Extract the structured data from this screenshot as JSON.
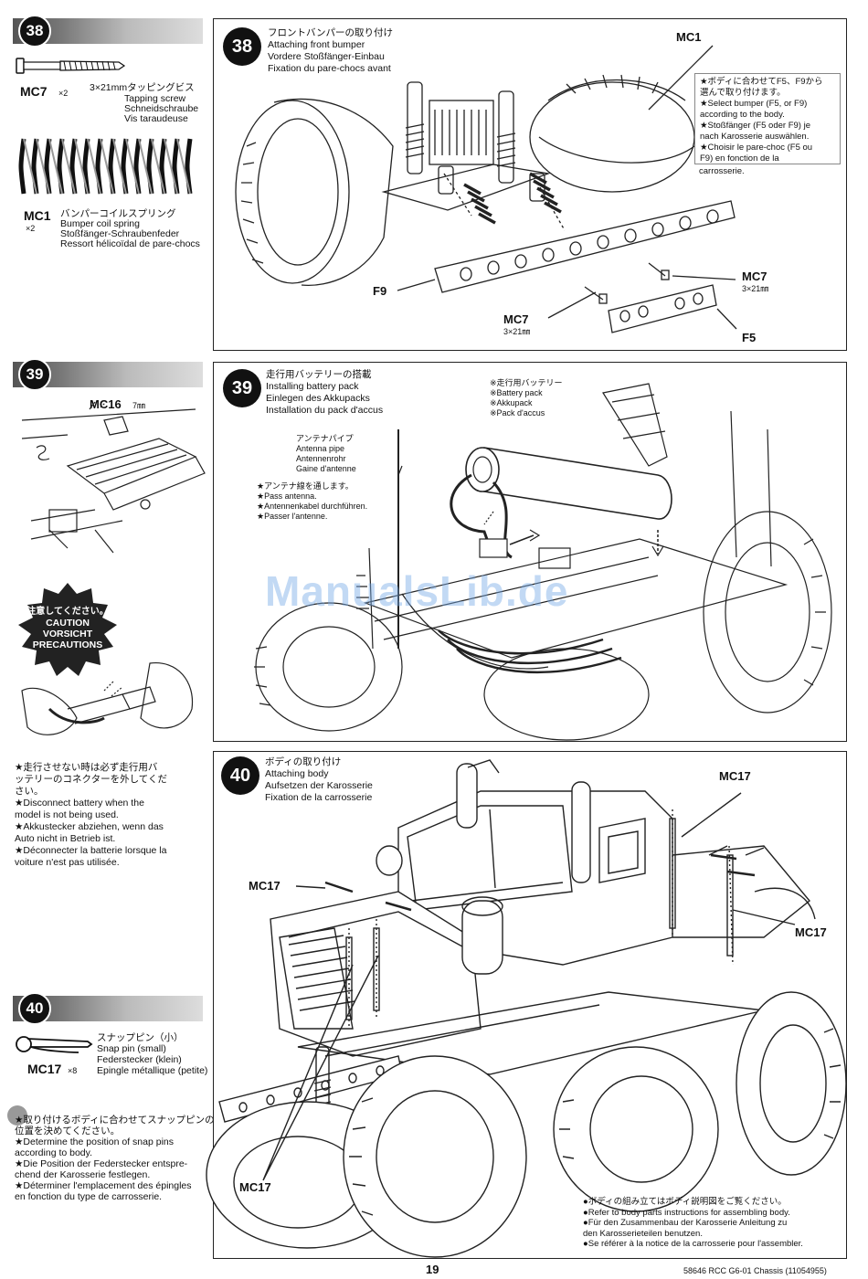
{
  "watermark": "ManualsLib.de",
  "page_number": "19",
  "footer": "58646 RCC G6-01 Chassis (11054955)",
  "step38": {
    "number": "38",
    "titles": [
      "フロントバンパーの取り付け",
      "Attaching front bumper",
      "Vordere Stoßfänger-Einbau",
      "Fixation du pare-chocs avant"
    ],
    "parts": [
      {
        "code": "MC7",
        "qty": "×2",
        "size": "3×21mmタッピングビス",
        "names": [
          "Tapping screw",
          "Schneidschraube",
          "Vis taraudeuse"
        ]
      },
      {
        "code": "MC1",
        "qty": "×2",
        "size": "",
        "names": [
          "バンパーコイルスプリング",
          "Bumper coil spring",
          "Stoßfänger-Schraubenfeder",
          "Ressort hélicoïdal de pare-chocs"
        ]
      }
    ],
    "note": [
      "★ボディに合わせてF5、F9から",
      "選んで取り付けます。",
      "★Select bumper (F5, or F9)",
      "according to the body.",
      "★Stoßfänger (F5 oder F9) je",
      "nach Karosserie auswählen.",
      "★Choisir le pare-choc (F5 ou",
      "F9) en fonction de la",
      "carrosserie."
    ],
    "labels": {
      "mc1": "MC1",
      "f9": "F9",
      "f5": "F5",
      "mc7_a": "MC7",
      "mc7_b": "MC7",
      "size_a": "3×21㎜",
      "size_b": "3×21㎜"
    }
  },
  "step39": {
    "number": "39",
    "titles": [
      "走行用バッテリーの搭載",
      "Installing battery pack",
      "Einlegen des Akkupacks",
      "Installation du pack d'accus"
    ],
    "side_label": "MC16",
    "side_size": "7㎜",
    "battery": [
      "※走行用バッテリー",
      "※Battery pack",
      "※Akkupack",
      "※Pack d'accus"
    ],
    "antenna": [
      "アンテナパイプ",
      "Antenna pipe",
      "Antennenrohr",
      "Gaine d'antenne"
    ],
    "antenna_note": [
      "★アンテナ線を通します。",
      "★Pass antenna.",
      "★Antennenkabel durchführen.",
      "★Passer l'antenne."
    ]
  },
  "caution": {
    "lines": [
      "注意してください。",
      "CAUTION",
      "VORSICHT",
      "PRECAUTIONS"
    ],
    "notes": [
      "★走行させない時は必ず走行用バ",
      "ッテリーのコネクターを外してくだ",
      "さい。",
      "★Disconnect battery when the",
      "model is not being used.",
      "★Akkustecker abziehen, wenn das",
      "Auto nicht in Betrieb ist.",
      "★Déconnecter la batterie lorsque la",
      "voiture n'est pas utilisée."
    ]
  },
  "step40": {
    "number": "40",
    "titles": [
      "ボディの取り付け",
      "Attaching body",
      "Aufsetzen der Karosserie",
      "Fixation de la carrosserie"
    ],
    "part": {
      "code": "MC17",
      "qty": "×8",
      "names": [
        "スナップピン（小）",
        "Snap pin (small)",
        "Federstecker (klein)",
        "Epingle métallique (petite)"
      ]
    },
    "left_notes": [
      "★取り付けるボディに合わせてスナップピンの",
      "位置を決めてください。",
      "★Determine the position of snap pins",
      "according to body.",
      "★Die Position der Federstecker entspre-",
      "chend der Karosserie festlegen.",
      "★Déterminer l'emplacement des épingles",
      "en fonction du type de carrosserie."
    ],
    "labels": {
      "a": "MC17",
      "b": "MC17",
      "c": "MC17",
      "d": "MC17"
    },
    "bottom_note": [
      "●ボディの組み立てはボディ説明図をご覧ください。",
      "●Refer to body parts instructions for assembling body.",
      "●Für den Zusammenbau der Karosserie Anleitung zu",
      "den Karosserieteilen benutzen.",
      "●Se référer à la notice de la carrosserie pour l'assembler."
    ]
  }
}
